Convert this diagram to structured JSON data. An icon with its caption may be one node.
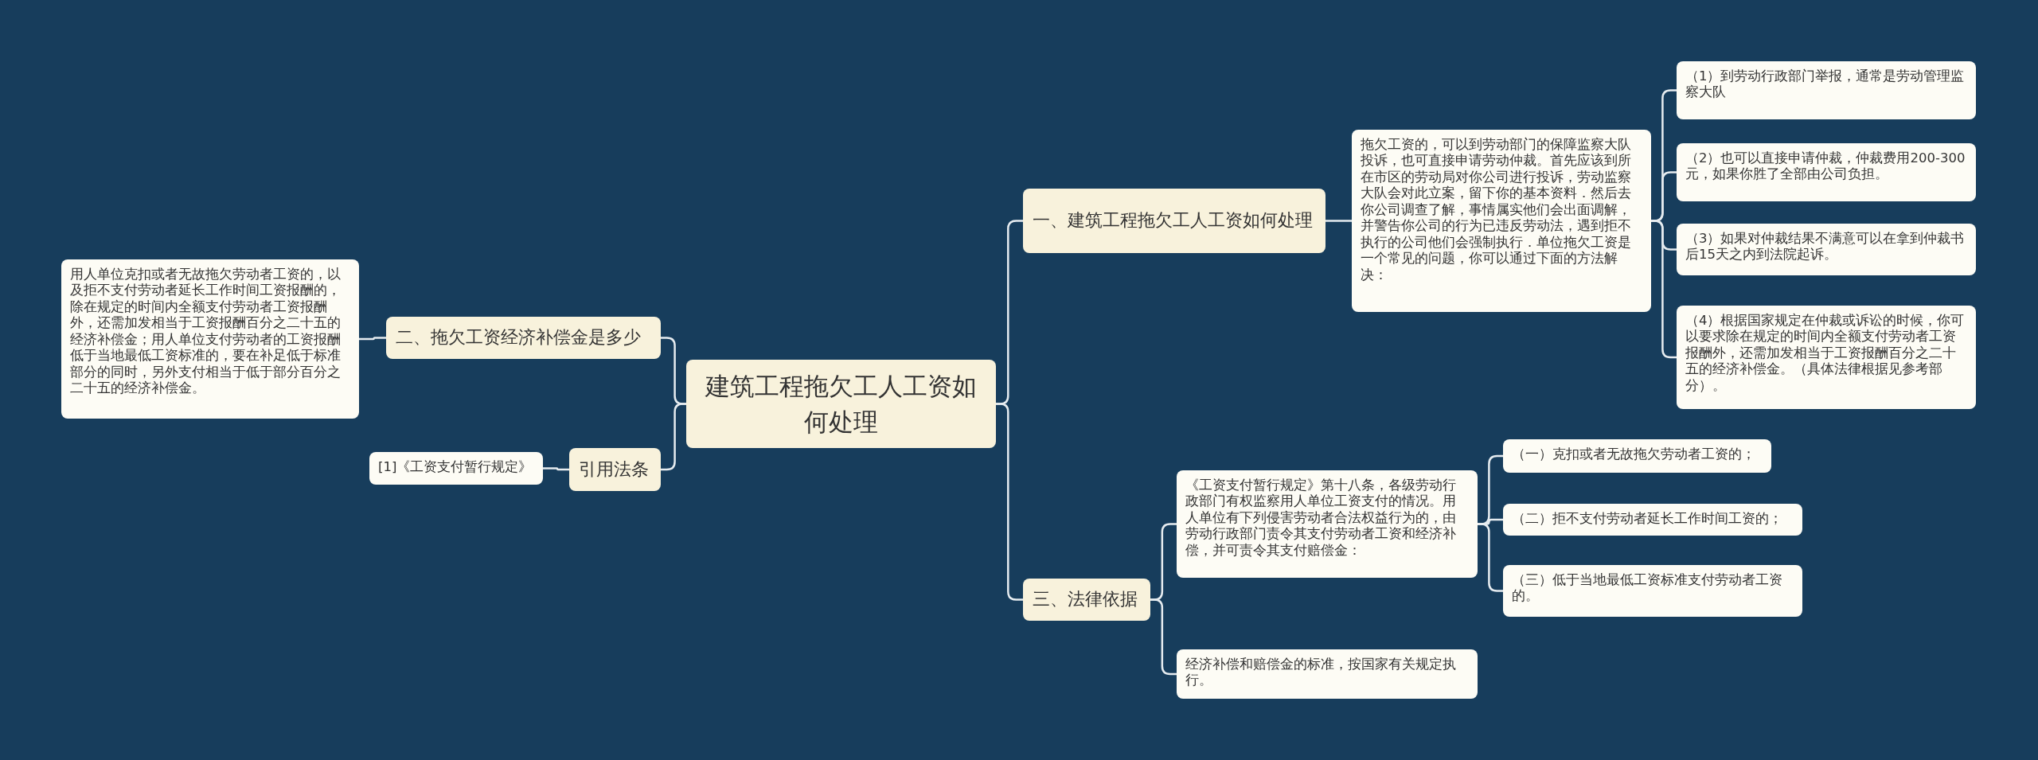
{
  "diagram": {
    "nodes": [
      {
        "text": [
          "建筑工程拖欠工人工资如何处理"
        ]
      },
      {
        "text": [
          "一、建筑工程拖欠工人工资如何处理"
        ]
      },
      {
        "text": [
          "拖欠工资的，可以到劳动部门的保障监察大队投诉，也可直接申请劳动仲裁。首先应该到所在市区的劳动局对你公司进行投诉，劳动监察大队会对此立案，留下你的基本资料．然后去你公司调查了解，事情属实他们会出面调解，并警告你公司的行为已违反劳动法，遇到拒不执行的公司他们会强制执行．单位拖欠工资是一个常见的问题，你可以通过下面的方法解决："
        ]
      },
      {
        "text": [
          "（1）到劳动行政部门举报，通常是劳动管理监察大队"
        ]
      },
      {
        "text": [
          "（2）也可以直接申请仲裁，仲裁费用200-300元，如果你胜了全部由公司负担。"
        ]
      },
      {
        "text": [
          "（3）如果对仲裁结果不满意可以在拿到仲裁书后15天之内到法院起诉。"
        ]
      },
      {
        "text": [
          "（4）根据国家规定在仲裁或诉讼的时候，你可以要求除在规定的时间内全额支付劳动者工资报酬外，还需加发相当于工资报酬百分之二十五的经济补偿金。（具体法律根据见参考部分）。"
        ]
      },
      {
        "text": [
          "三、法律依据"
        ]
      },
      {
        "text": [
          "《工资支付暂行规定》第十八条，各级劳动行政部门有权监察用人单位工资支付的情况。用人单位有下列侵害劳动者合法权益行为的，由劳动行政部门责令其支付劳动者工资和经济补偿，并可责令其支付赔偿金："
        ]
      },
      {
        "text": [
          "（一）克扣或者无故拖欠劳动者工资的；"
        ]
      },
      {
        "text": [
          "（二）拒不支付劳动者延长工作时间工资的；"
        ]
      },
      {
        "text": [
          "（三）低于当地最低工资标准支付劳动者工资的。"
        ]
      },
      {
        "text": [
          "经济补偿和赔偿金的标准，按国家有关规定执行。"
        ]
      },
      {
        "text": [
          "二、拖欠工资经济补偿金是多少"
        ]
      },
      {
        "text": [
          "用人单位克扣或者无故拖欠劳动者工资的，以及拒不支付劳动者延长工作时间工资报酬的，除在规定的时间内全额支付劳动者工资报酬外，还需加发相当于工资报酬百分之二十五的经济补偿金；用人单位支付劳动者的工资报酬低于当地最低工资标准的，要在补足低于标准部分的同时，另外支付相当于低于部分百分之二十五的经济补偿金。"
        ]
      },
      {
        "text": [
          "引用法条"
        ]
      },
      {
        "text": [
          "[1]《工资支付暂行规定》"
        ]
      }
    ],
    "edges": [
      {
        "from": 0,
        "to": 1,
        "arrow": "none"
      },
      {
        "from": 1,
        "to": 2,
        "arrow": "none"
      },
      {
        "from": 2,
        "to": 3,
        "arrow": "none"
      },
      {
        "from": 2,
        "to": 4,
        "arrow": "none"
      },
      {
        "from": 2,
        "to": 5,
        "arrow": "none"
      },
      {
        "from": 2,
        "to": 6,
        "arrow": "none"
      },
      {
        "from": 0,
        "to": 7,
        "arrow": "none"
      },
      {
        "from": 7,
        "to": 8,
        "arrow": "none"
      },
      {
        "from": 8,
        "to": 9,
        "arrow": "none"
      },
      {
        "from": 8,
        "to": 10,
        "arrow": "none"
      },
      {
        "from": 8,
        "to": 11,
        "arrow": "none"
      },
      {
        "from": 7,
        "to": 12,
        "arrow": "none"
      },
      {
        "from": 0,
        "to": 13,
        "arrow": "none"
      },
      {
        "from": 13,
        "to": 14,
        "arrow": "none"
      },
      {
        "from": 0,
        "to": 15,
        "arrow": "none"
      },
      {
        "from": 15,
        "to": 16,
        "arrow": "none"
      }
    ]
  }
}
